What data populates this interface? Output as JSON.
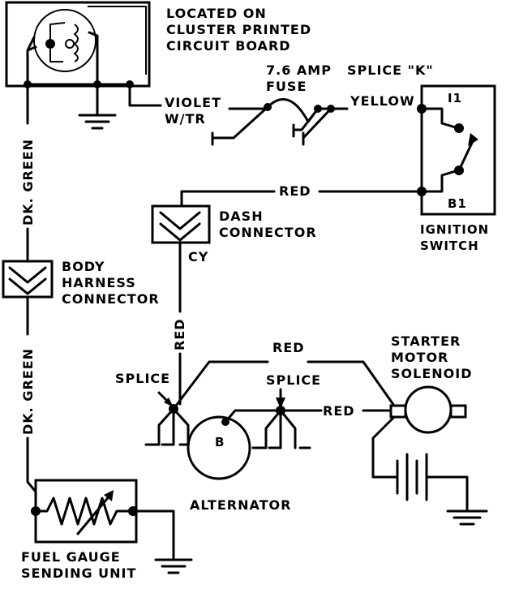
{
  "labels": {
    "located_on": [
      "LOCATED ON",
      "CLUSTER PRINTED",
      "CIRCUIT BOARD"
    ],
    "fuse": [
      "7.6 AMP",
      "FUSE"
    ],
    "splice_k": "SPLICE \"K\"",
    "violet": [
      "VIOLET",
      "W/TR"
    ],
    "yellow": "YELLOW",
    "terminal_i1": "I1",
    "terminal_b1": "B1",
    "red_top": "RED",
    "ignition_switch": [
      "IGNITION",
      "SWITCH"
    ],
    "dash_connector": [
      "DASH",
      "CONNECTOR"
    ],
    "cy": "CY",
    "dk_green_top": "DK. GREEN",
    "body_harness": [
      "BODY",
      "HARNESS",
      "CONNECTOR"
    ],
    "red_vertical": "RED",
    "dk_green_bottom": "DK. GREEN",
    "splice_left": "SPLICE",
    "red_mid": "RED",
    "splice_right": "SPLICE",
    "red_solenoid": "RED",
    "starter": [
      "STARTER",
      "MOTOR",
      "SOLENOID"
    ],
    "alt_terminal": "B",
    "alternator": "ALTERNATOR",
    "fuel_gauge": [
      "FUEL GAUGE",
      "SENDING UNIT"
    ]
  }
}
